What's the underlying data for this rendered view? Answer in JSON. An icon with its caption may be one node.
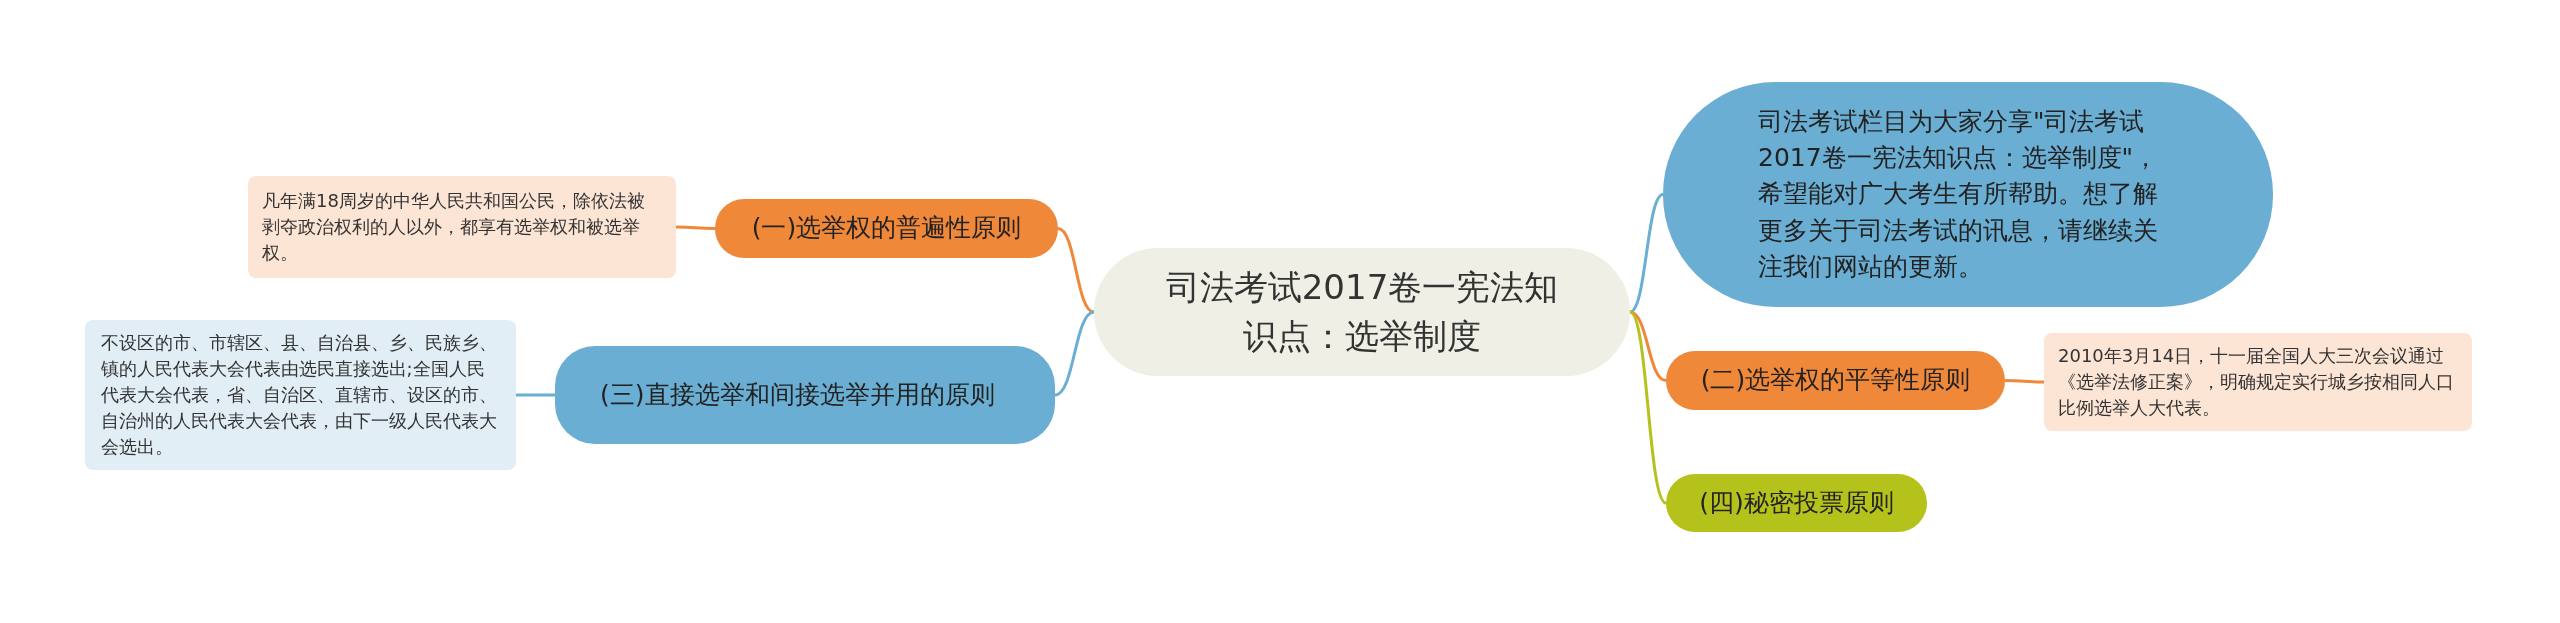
{
  "diagram": {
    "nodes": [
      {
        "text": [
          "司法考试2017卷一宪法知识点：选举制度"
        ]
      },
      {
        "text": [
          "司法考试栏目为大家分享\"司法考试2017卷一宪法知识点：选举制度\"，希望能对广大考生有所帮助。想了解更多关于司法考试的讯息，请继续关注我们网站的更新。"
        ]
      },
      {
        "text": [
          "(一)选举权的普遍性原则"
        ]
      },
      {
        "text": [
          "凡年满18周岁的中华人民共和国公民，除依法被剥夺政治权利的人以外，都享有选举权和被选举权。"
        ]
      },
      {
        "text": [
          "(三)直接选举和间接选举并用的原则"
        ]
      },
      {
        "text": [
          "不设区的市、市辖区、县、自治县、乡、民族乡、镇的人民代表大会代表由选民直接选出;全国人民代表大会代表，省、自治区、直辖市、设区的市、自治州的人民代表大会代表，由下一级人民代表大会选出。"
        ]
      },
      {
        "text": [
          "(二)选举权的平等性原则"
        ]
      },
      {
        "text": [
          "2010年3月14日，十一届全国人大三次会议通过《选举法修正案》，明确规定实行城乡按相同人口比例选举人大代表。"
        ]
      },
      {
        "text": [
          "(四)秘密投票原则"
        ]
      }
    ],
    "edges": [
      {
        "from": 0,
        "to": 1,
        "arrow": "none",
        "color": "#6aaed3"
      },
      {
        "from": 0,
        "to": 2,
        "arrow": "none"
      },
      {
        "from": 2,
        "to": 3,
        "arrow": "none"
      },
      {
        "from": 0,
        "to": 4,
        "arrow": "none",
        "color": "#6aaed3"
      },
      {
        "from": 4,
        "to": 5,
        "arrow": "none",
        "color": "#6aaed3"
      },
      {
        "from": 0,
        "to": 6,
        "arrow": "none"
      },
      {
        "from": 6,
        "to": 7,
        "arrow": "none"
      },
      {
        "from": 0,
        "to": 8,
        "arrow": "none",
        "color": "#b5c21b"
      }
    ]
  }
}
